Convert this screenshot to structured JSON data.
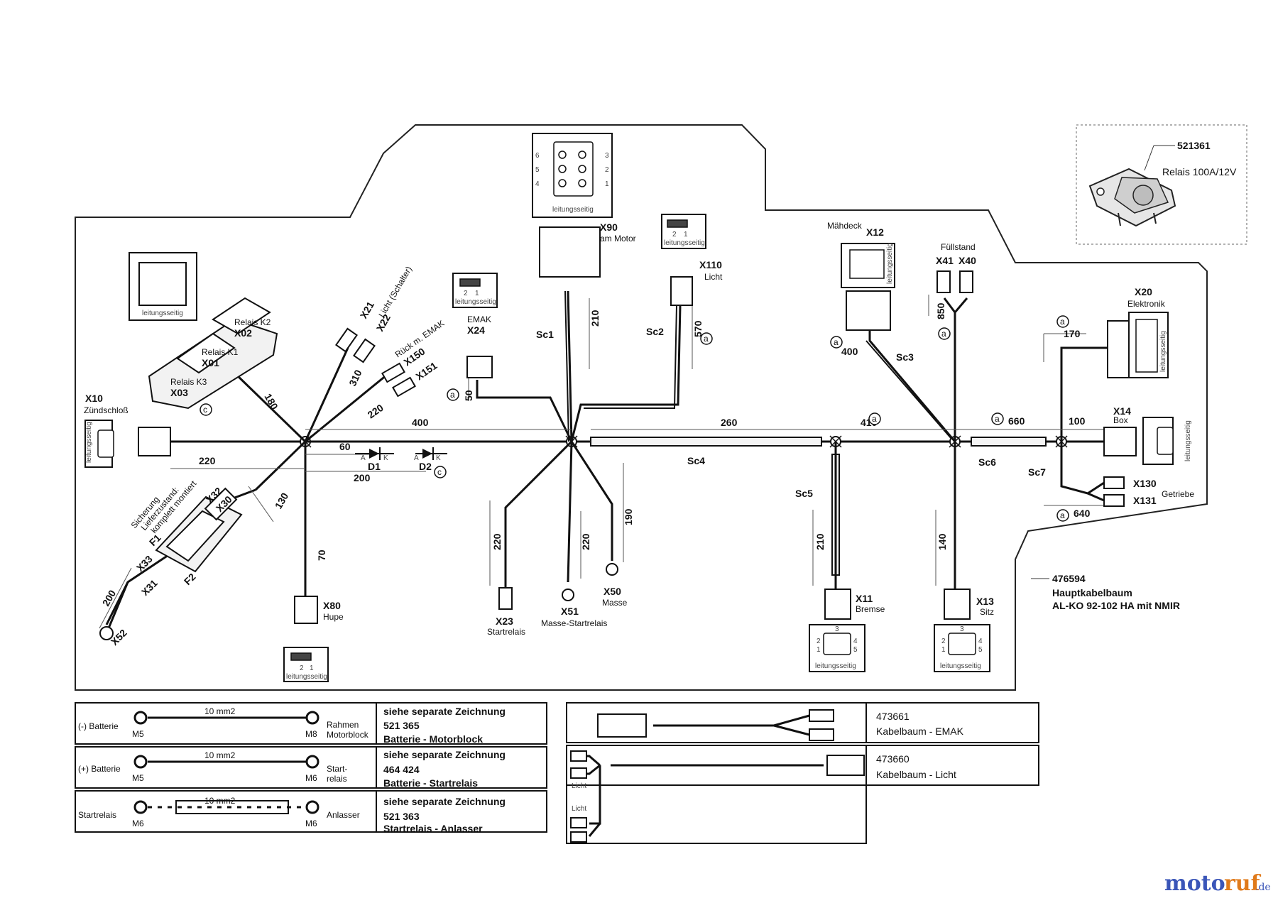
{
  "relay": {
    "part": "521361",
    "desc": "Relais 100A/12V"
  },
  "main": {
    "part": "476594",
    "name": "Hauptkabelbaum",
    "model": "AL-KO 92-102 HA mit NMIR"
  },
  "connectors": {
    "x10": "X10",
    "x10_sub": "Zündschloß",
    "x02": "X02",
    "k2": "Relais K2",
    "x01": "X01",
    "k1": "Relais K1",
    "x03": "X03",
    "k3": "Relais K3",
    "x21": "X21",
    "x21_sub": "Licht (Schalter)",
    "x22": "X22",
    "x150": "X150",
    "x150_sub": "Rück m. EMAK",
    "x151": "X151",
    "x24": "X24",
    "x24_sub": "EMAK",
    "x90": "X90",
    "x90_sub": "am Motor",
    "x110": "X110",
    "x110_sub": "Licht",
    "x12": "X12",
    "x12_sub": "Mähdeck",
    "x41": "X41",
    "x40": "X40",
    "x41_sub": "Füllstand",
    "x20": "X20",
    "x20_sub": "Elektronik",
    "x14": "X14",
    "x14_sub": "Box",
    "x130": "X130",
    "x131": "X131",
    "x130_sub": "Getriebe",
    "x11": "X11",
    "x11_sub": "Bremse",
    "x13": "X13",
    "x13_sub": "Sitz",
    "x23": "X23",
    "x23_sub": "Startrelais",
    "x51": "X51",
    "x51_sub": "Masse-Startrelais",
    "x50": "X50",
    "x50_sub": "Masse",
    "x80": "X80",
    "x80_sub": "Hupe",
    "x52": "X52",
    "x33": "X33",
    "x31": "X31",
    "x32": "X32",
    "x30": "X30",
    "f1": "F1",
    "f2": "F2",
    "fuse_note1": "Sicherung",
    "fuse_note2": "Lieferzustand:",
    "fuse_note3": "komplett montiert",
    "d1": "D1",
    "d2": "D2"
  },
  "sections": {
    "sc1": "Sc1",
    "sc2": "Sc2",
    "sc3": "Sc3",
    "sc4": "Sc4",
    "sc5": "Sc5",
    "sc6": "Sc6",
    "sc7": "Sc7"
  },
  "dims": {
    "d400": "400",
    "d260": "260",
    "d410": "410",
    "d660": "660",
    "d100": "100",
    "d220a": "220",
    "d60": "60",
    "d200a": "200",
    "d180": "180",
    "d310": "310",
    "d220b": "220",
    "d50": "50",
    "d210a": "210",
    "d570": "570",
    "d850": "850",
    "d400b": "400",
    "d170": "170",
    "d640": "640",
    "d130": "130",
    "d200b": "200",
    "d70": "70",
    "d220c": "220",
    "d220d": "220",
    "d190": "190",
    "d210b": "210",
    "d140": "140"
  },
  "marks": {
    "a": "a",
    "c": "c"
  },
  "pin_note": "leitungsseitig",
  "pins": {
    "p1": "1",
    "p2": "2",
    "p3": "3",
    "p4": "4",
    "p5": "5",
    "p6": "6",
    "ak_a": "A",
    "ak_k": "K"
  },
  "battery_rows": [
    {
      "left": "(-) Batterie",
      "mm": "10 mm2",
      "m_left": "M5",
      "m_right": "M8",
      "right1": "Rahmen",
      "right2": "Motorblock",
      "ref": "siehe separate Zeichnung",
      "num": "521 365",
      "desc": "Batterie - Motorblock"
    },
    {
      "left": "(+) Batterie",
      "mm": "10 mm2",
      "m_left": "M5",
      "m_right": "M6",
      "right1": "Start-",
      "right2": "relais",
      "ref": "siehe separate Zeichnung",
      "num": "464 424",
      "desc": "Batterie - Startrelais"
    },
    {
      "left": "Startrelais",
      "mm": "10 mm2",
      "m_left": "M6",
      "m_right": "M6",
      "right1": "Anlasser",
      "right2": "",
      "ref": "siehe separate Zeichnung",
      "num": "521 363",
      "desc": "Startrelais - Anlasser"
    }
  ],
  "harness_emak": {
    "part": "473661",
    "name": "Kabelbaum - EMAK"
  },
  "harness_licht": {
    "part": "473660",
    "name": "Kabelbaum - Licht",
    "l1": "Licht",
    "l2": "Licht"
  },
  "watermark": {
    "a": "moto",
    "b": "ruf",
    "c": ".de"
  }
}
